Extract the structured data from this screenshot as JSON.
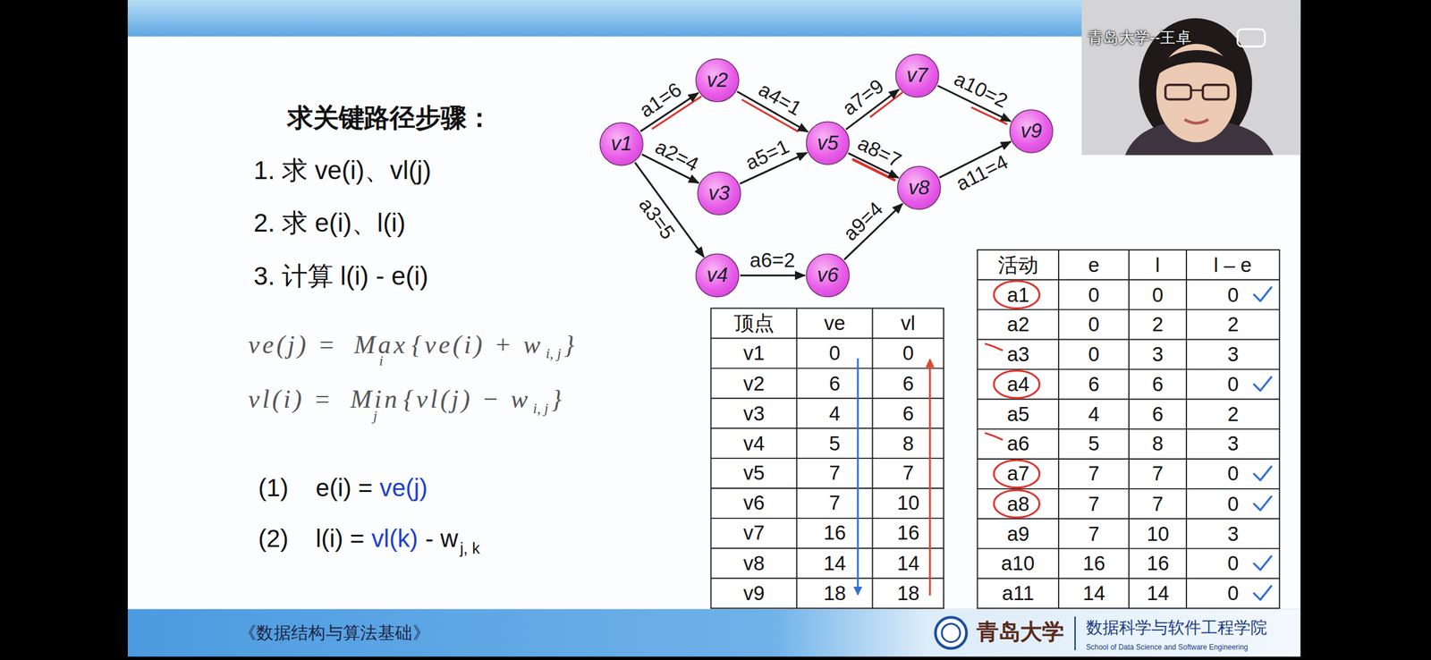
{
  "diagram": {
    "title": "求关键路径步骤：",
    "nodes": [
      {
        "text": [
          "v1"
        ]
      },
      {
        "text": [
          "v2"
        ]
      },
      {
        "text": [
          "v3"
        ]
      },
      {
        "text": [
          "v4"
        ]
      },
      {
        "text": [
          "v5"
        ]
      },
      {
        "text": [
          "v6"
        ]
      },
      {
        "text": [
          "v7"
        ]
      },
      {
        "text": [
          "v8"
        ]
      },
      {
        "text": [
          "v9"
        ]
      }
    ],
    "edges": [
      {
        "from": 0,
        "to": 1,
        "arrow": "to",
        "label": "a1=6"
      },
      {
        "from": 0,
        "to": 2,
        "arrow": "to",
        "label": "a2=4"
      },
      {
        "from": 0,
        "to": 3,
        "arrow": "to",
        "label": "a3=5"
      },
      {
        "from": 1,
        "to": 4,
        "arrow": "to",
        "label": "a4=1"
      },
      {
        "from": 2,
        "to": 4,
        "arrow": "to",
        "label": "a5=1"
      },
      {
        "from": 3,
        "to": 5,
        "arrow": "to",
        "label": "a6=2"
      },
      {
        "from": 4,
        "to": 6,
        "arrow": "to",
        "label": "a7=9"
      },
      {
        "from": 4,
        "to": 7,
        "arrow": "to",
        "label": "a8=7"
      },
      {
        "from": 5,
        "to": 7,
        "arrow": "to",
        "label": "a9=4"
      },
      {
        "from": 6,
        "to": 8,
        "arrow": "to",
        "label": "a10=2"
      },
      {
        "from": 7,
        "to": 8,
        "arrow": "to",
        "label": "a11=4"
      }
    ],
    "labels": [
      "1. 求 ve(i)、vl(j)",
      "2. 求 e(i)、l(i)",
      "3. 计算 l(i) - e(i)",
      "ve(j) =",
      "Max",
      "i",
      "{ve(i) + w",
      "i, j",
      "}",
      "vl(i) =",
      "Min",
      "j",
      "{vl(j) − w",
      "i, j",
      "}",
      "(1)",
      "e(i) =",
      "ve(j)",
      "(2)",
      "l(i) =",
      "vl(k)",
      "- w",
      "j, k",
      "顶点",
      "ve",
      "vl",
      "v1",
      "0",
      "0",
      "v2",
      "6",
      "6",
      "v3",
      "4",
      "6",
      "v4",
      "5",
      "8",
      "v5",
      "7",
      "7",
      "v6",
      "7",
      "10",
      "v7",
      "16",
      "16",
      "v8",
      "14",
      "14",
      "v9",
      "18",
      "18",
      "活动",
      "e",
      "l",
      "l – e",
      "a1",
      "0",
      "0",
      "0",
      "a2",
      "0",
      "2",
      "2",
      "a3",
      "0",
      "3",
      "3",
      "a4",
      "6",
      "6",
      "0",
      "a5",
      "4",
      "6",
      "2",
      "a6",
      "5",
      "8",
      "3",
      "a7",
      "7",
      "7",
      "0",
      "a8",
      "7",
      "7",
      "0",
      "a9",
      "7",
      "10",
      "3",
      "a10",
      "16",
      "16",
      "0",
      "a11",
      "14",
      "14",
      "0",
      "《数据结构与算法基础》",
      "青岛大学",
      "数据科学与软件工程学院",
      "School of Data Science and Software Engineering",
      "青岛大学--王卓"
    ]
  }
}
